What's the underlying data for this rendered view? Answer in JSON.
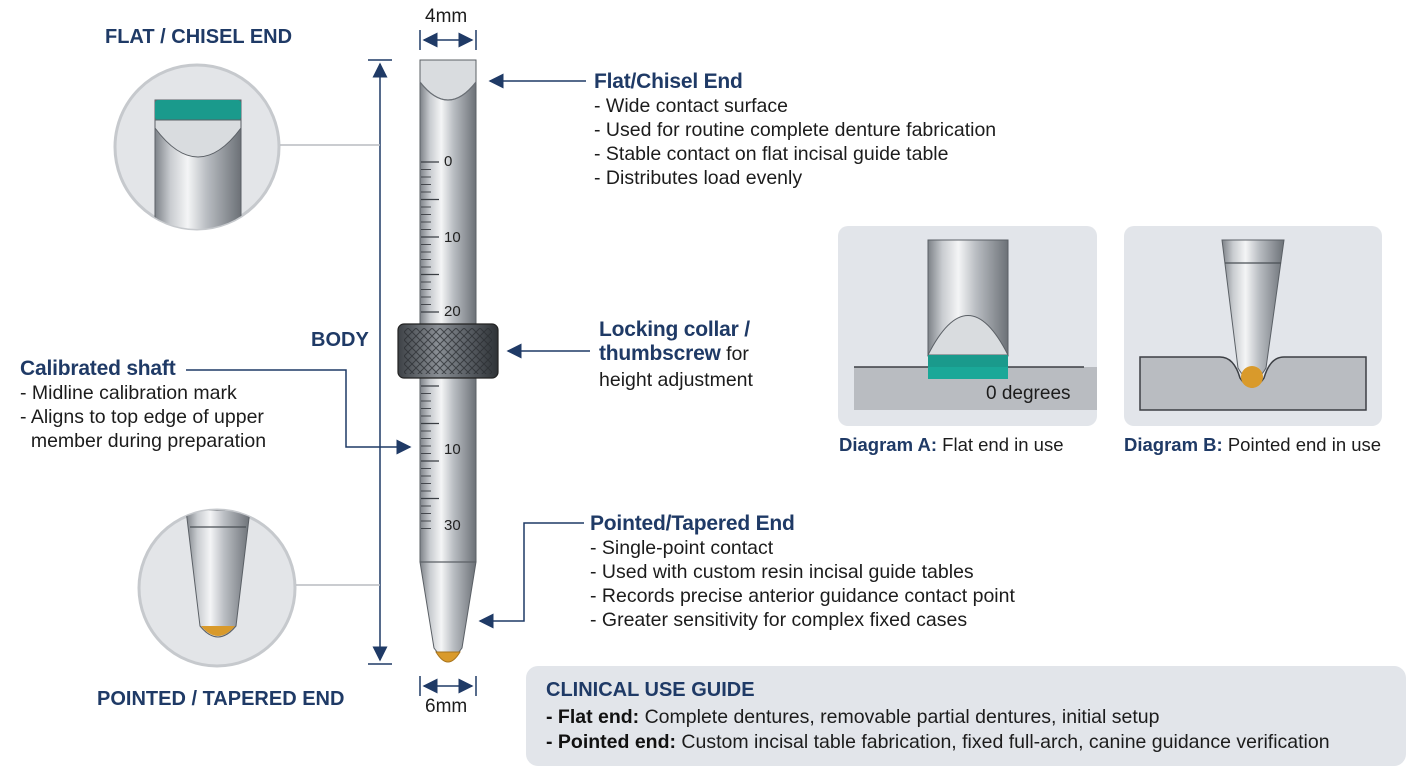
{
  "width_label_top": "4mm",
  "width_label_bottom": "6mm",
  "body_label": "BODY",
  "flat_end_heading": "FLAT / CHISEL END",
  "pointed_end_heading": "POINTED / TAPERED END",
  "flat_callout": {
    "title": "Flat/Chisel End",
    "lines": [
      "- Wide contact surface",
      "- Used for routine complete denture fabrication",
      "- Stable contact on flat incisal guide table",
      "- Distributes load evenly"
    ]
  },
  "collar_callout": {
    "title_line1": "Locking collar /",
    "title_line2_bold": "thumbscrew",
    "title_line2_rest": " for",
    "line3": "height adjustment"
  },
  "shaft_callout": {
    "title": "Calibrated shaft",
    "lines": [
      "- Midline calibration mark",
      "- Aligns to top edge of upper",
      "  member during preparation"
    ]
  },
  "pointed_callout": {
    "title": "Pointed/Tapered End",
    "lines": [
      "- Single-point contact",
      "- Used with custom resin incisal guide tables",
      "- Records precise anterior guidance contact point",
      "- Greater sensitivity for complex fixed cases"
    ]
  },
  "scale_labels": [
    "0",
    "10",
    "20",
    "10",
    "30"
  ],
  "diagram_a": {
    "inner_label": "0 degrees",
    "caption_bold": "Diagram A:",
    "caption_rest": " Flat end in use"
  },
  "diagram_b": {
    "caption_bold": "Diagram B:",
    "caption_rest": " Pointed end in use"
  },
  "guide": {
    "title": "CLINICAL USE GUIDE",
    "line1_bold": "- Flat end:",
    "line1_rest": " Complete dentures, removable partial dentures, initial setup",
    "line2_bold": "- Pointed end:",
    "line2_rest": " Custom incisal table fabrication, fixed full-arch, canine guidance verification"
  },
  "colors": {
    "navy": "#1f3a66",
    "teal": "#1a9a8c",
    "gold": "#d99a2b",
    "panel": "#e2e5ea"
  }
}
